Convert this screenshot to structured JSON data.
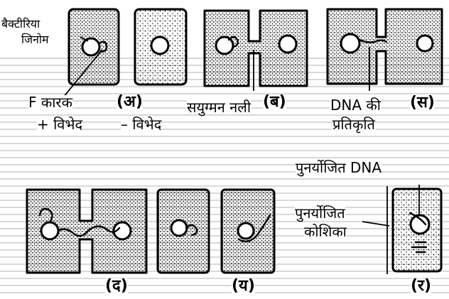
{
  "labels": {
    "bacterial_genome": [
      "बैक्टीरिया",
      "जिनोम"
    ],
    "f_factor": "F कारक",
    "plus_strain": "+ विभेद",
    "minus_strain": "– विभेद",
    "conjugation_tube": "सयुग्मन नली",
    "dna_replication": [
      "DNA की",
      "प्रतिकृति"
    ],
    "recombinant_dna": "पुनर्योजित DNA",
    "recombinant_cell": [
      "पुनर्योजित",
      "कोशिका"
    ]
  },
  "panels": [
    "(अ)",
    "(ब)",
    "(स)",
    "(द)",
    "(य)",
    "(र)"
  ]
}
